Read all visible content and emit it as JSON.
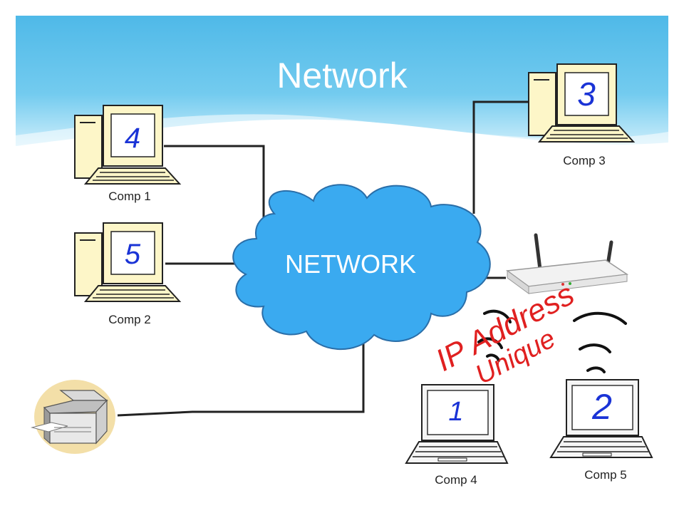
{
  "slide": {
    "title": "Network",
    "cloud_label": "NETWORK"
  },
  "nodes": {
    "comp1": {
      "label": "Comp 1",
      "screen_number": "4"
    },
    "comp2": {
      "label": "Comp 2",
      "screen_number": "5"
    },
    "comp3": {
      "label": "Comp 3",
      "screen_number": "3"
    },
    "comp4": {
      "label": "Comp 4",
      "screen_number": "1"
    },
    "comp5": {
      "label": "Comp 5",
      "screen_number": "2"
    }
  },
  "annotations": {
    "line1": "IP Address",
    "line2": "Unique"
  },
  "colors": {
    "header_blue": "#5bc0ec",
    "cloud_fill": "#3aaaf0",
    "cloud_stroke": "#2a6ea8",
    "computer_cream": "#fdf6c8",
    "handwriting_blue": "#1a33d6",
    "handwriting_red": "#e02020"
  },
  "icons": [
    "desktop-computer-icon",
    "laptop-icon",
    "printer-icon",
    "wireless-router-icon",
    "network-cloud-icon",
    "wifi-waves-icon"
  ]
}
